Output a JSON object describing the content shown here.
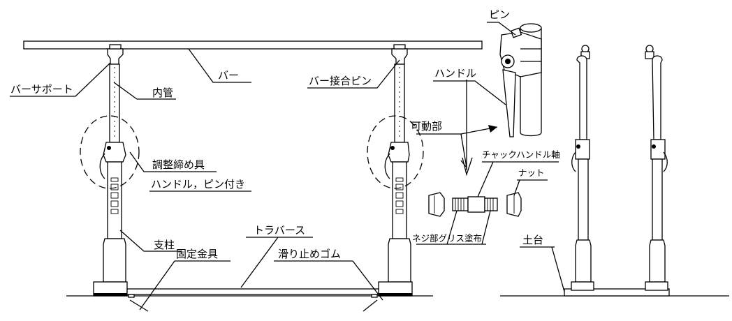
{
  "labels": {
    "bar_support": "バーサポート",
    "bar": "バー",
    "inner_tube": "内管",
    "bar_joint_pin": "バー接合ピン",
    "adjust_fitting": "調整締め具",
    "handle_pin": "ハンドル，ピン付き",
    "post": "支柱",
    "traverse": "トラバース",
    "fixing_bracket": "固定金具",
    "anti_slip_rubber": "滑り止めゴム",
    "pin": "ピン",
    "handle": "ハンドル",
    "movable_part": "可動部",
    "chuck_handle_shaft": "チャックハンドル軸",
    "nut": "ナット",
    "thread_grease": "ネジ部グリス塗布",
    "base": "土台"
  }
}
